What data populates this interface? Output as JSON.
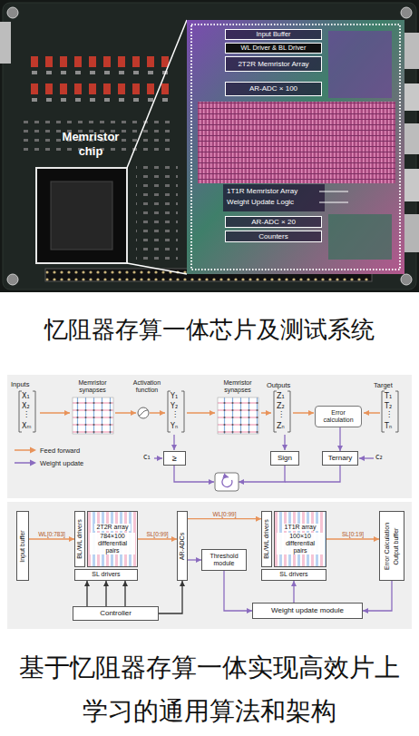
{
  "diagram": {
    "caption": "基于忆阻器存算一体实现高效片上学习的通用算法和架构",
    "nodes": [
      {
        "text": [
          "Input Buffer"
        ]
      },
      {
        "text": [
          "WL Driver & BL Driver"
        ]
      },
      {
        "text": [
          "2T2R Memristor Array"
        ]
      },
      {
        "text": [
          "AR-ADC × 100"
        ]
      },
      {
        "text": [
          "AR-ADC × 20"
        ]
      },
      {
        "text": [
          "Counters"
        ]
      },
      {
        "text": [
          "Error calculation"
        ]
      },
      {
        "text": [
          "≥"
        ]
      },
      {
        "text": [
          "Sign"
        ]
      },
      {
        "text": [
          "Ternary"
        ]
      },
      {
        "text": [
          "Input buffer"
        ]
      },
      {
        "text": [
          "BL/WL drivers"
        ]
      },
      {
        "text": [
          "2T2R array",
          "784×100 differential pairs"
        ]
      },
      {
        "text": [
          "SL drivers"
        ]
      },
      {
        "text": [
          "AR-ADCs"
        ]
      },
      {
        "text": [
          "Threshold module"
        ]
      },
      {
        "text": [
          "BL/WL drivers"
        ]
      },
      {
        "text": [
          "1T1R array",
          "100×10 differential pairs"
        ]
      },
      {
        "text": [
          "SL drivers"
        ]
      },
      {
        "text": [
          "Error Calculation",
          "Output buffer"
        ]
      },
      {
        "text": [
          "Controller"
        ]
      },
      {
        "text": [
          "Weight update module"
        ]
      }
    ],
    "edges": [
      {
        "from": 6,
        "to": 9,
        "arrow": "to"
      },
      {
        "from": 10,
        "to": 11,
        "label": "WL[0:783]",
        "arrow": "to"
      },
      {
        "from": 12,
        "to": 14,
        "label": "SL[0:99]",
        "arrow": "to"
      },
      {
        "from": 14,
        "to": 16,
        "label": "WL[0:99]",
        "arrow": "to"
      },
      {
        "from": 14,
        "to": 15,
        "arrow": "to"
      },
      {
        "from": 17,
        "to": 19,
        "label": "SL[0:19]",
        "arrow": "to"
      },
      {
        "from": 15,
        "to": 21,
        "arrow": "to"
      },
      {
        "from": 19,
        "to": 21,
        "arrow": "to"
      },
      {
        "from": 21,
        "to": 18,
        "arrow": "to"
      },
      {
        "from": 20,
        "to": 13,
        "arrow": "to"
      },
      {
        "from": 20,
        "to": 13,
        "arrow": "to"
      },
      {
        "from": 20,
        "to": 13,
        "arrow": "to"
      },
      {
        "from": 20,
        "to": 14,
        "arrow": "to"
      }
    ],
    "labels": [
      "Memristor chip",
      "1T1R Memristor Array",
      "Weight Update Logic",
      "忆阻器存算一体芯片及测试系统",
      "Inputs",
      "X₁",
      "X₂",
      "⋮",
      "Xₘ",
      "Memristor synapses",
      "Activation function",
      "Y₁",
      "Y₂",
      "⋮",
      "Yₙ",
      "Memristor synapses",
      "Outputs",
      "Z₁",
      "Z₂",
      "⋮",
      "Zₙ",
      "Target",
      "T₁",
      "T₂",
      "⋮",
      "Tₙ",
      "c₁",
      "c₂"
    ],
    "legend": [
      {
        "text": "Feed forward"
      },
      {
        "text": "Weight update"
      }
    ]
  }
}
